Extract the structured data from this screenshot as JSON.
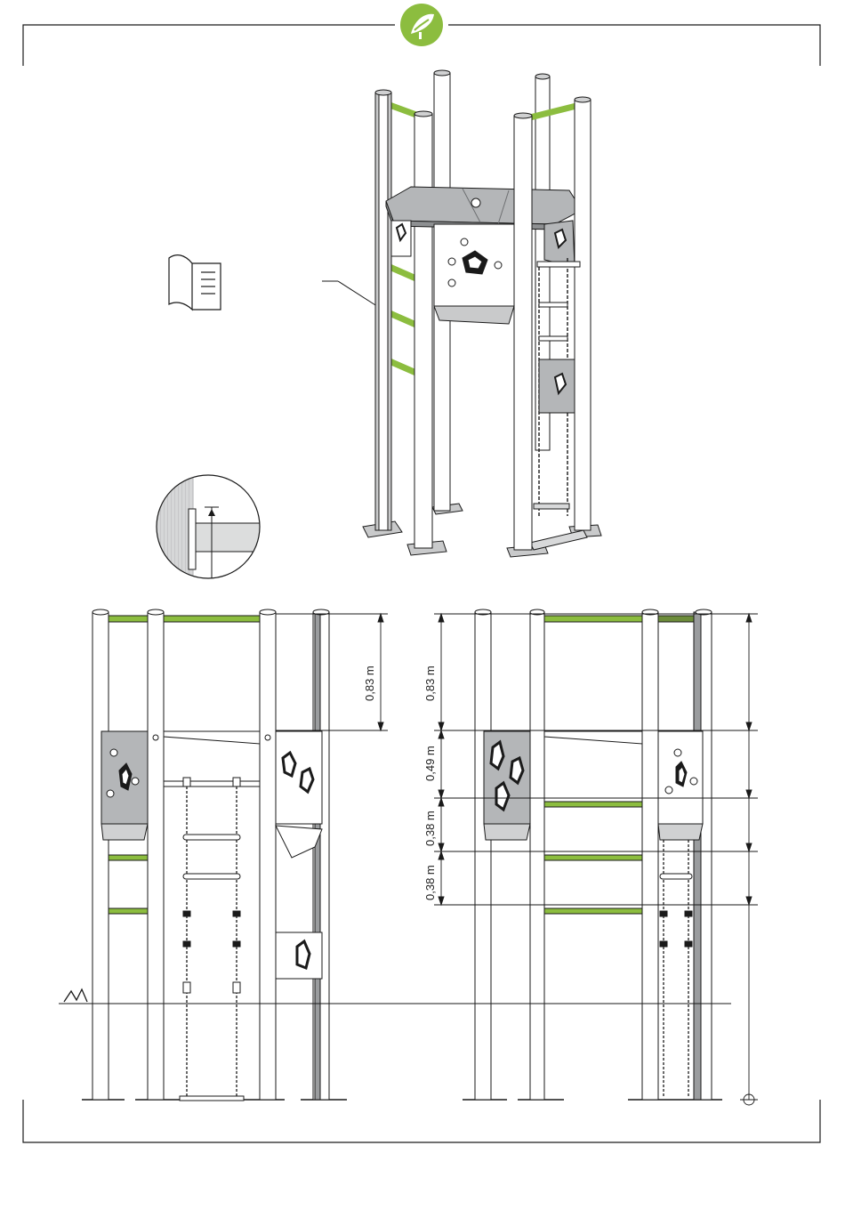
{
  "colors": {
    "accent": "#8cbd3f",
    "metal": "#b9bbbd",
    "metal_dark": "#8e9092",
    "line": "#1a1a1a"
  },
  "icons": [
    "leaf-logo-icon",
    "manual-book-icon",
    "ground-level-icon",
    "detail-magnifier-icon"
  ],
  "dimensions_left": [
    "0,83 m"
  ],
  "dimensions_right": [
    "0,83 m",
    "0,49 m",
    "0,38 m",
    "0,38 m"
  ]
}
